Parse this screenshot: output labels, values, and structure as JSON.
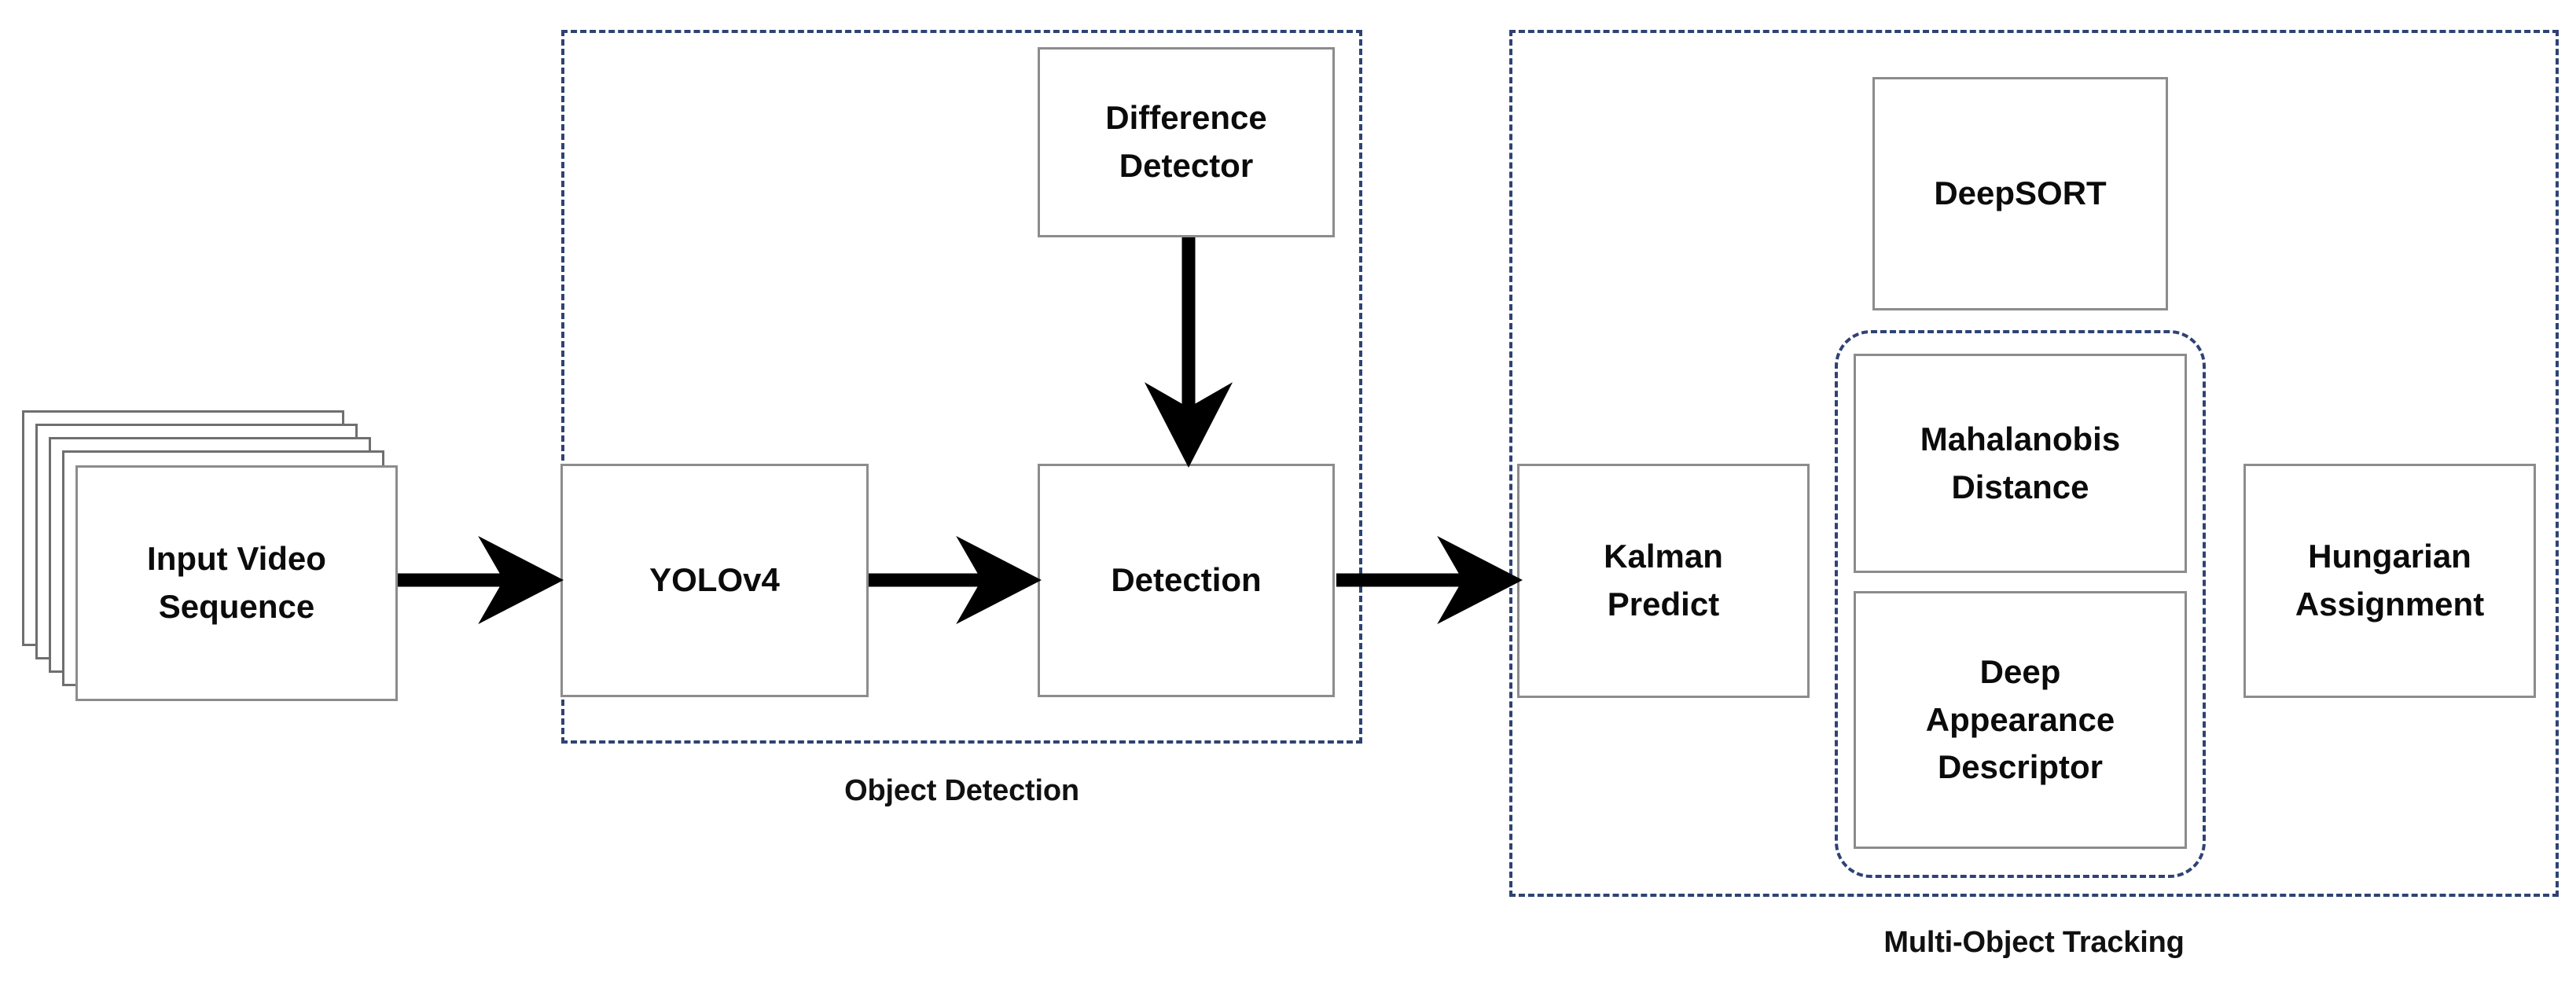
{
  "diagram": {
    "title_hidden": "",
    "accent_color": "#2e4374",
    "box_border_color": "#8c8c8c",
    "arrow_color": "#000000",
    "background": "#ffffff"
  },
  "nodes": {
    "input_video": {
      "label_line1": "Input Video",
      "label_line2": "Sequence",
      "stack_layers": 5
    },
    "yolov4": {
      "label": "YOLOv4"
    },
    "difference_detector": {
      "label_line1": "Difference",
      "label_line2": "Detector"
    },
    "detection": {
      "label": "Detection"
    },
    "kalman_predict": {
      "label_line1": "Kalman",
      "label_line2": "Predict"
    },
    "deepsort": {
      "label": "DeepSORT"
    },
    "mahalanobis_distance": {
      "label_line1": "Mahalanobis",
      "label_line2": "Distance"
    },
    "deep_appearance_descriptor": {
      "label_line1": "Deep",
      "label_line2": "Appearance",
      "label_line3": "Descriptor"
    },
    "hungarian_assignment": {
      "label_line1": "Hungarian",
      "label_line2": "Assignment"
    }
  },
  "groups": {
    "object_detection": {
      "label": "Object Detection"
    },
    "multi_object_tracking": {
      "label": "Multi-Object Tracking"
    },
    "deepsort_metrics": {
      "label": ""
    }
  },
  "edges": [
    {
      "id": "input-to-yolov4",
      "from": "Input Video Sequence",
      "to": "YOLOv4",
      "direction": "right"
    },
    {
      "id": "yolov4-to-detection",
      "from": "YOLOv4",
      "to": "Detection",
      "direction": "right"
    },
    {
      "id": "difference-detector-to-detection",
      "from": "Difference Detector",
      "to": "Detection",
      "direction": "down"
    },
    {
      "id": "detection-to-kalman",
      "from": "Detection",
      "to": "Kalman Predict",
      "direction": "right"
    }
  ]
}
